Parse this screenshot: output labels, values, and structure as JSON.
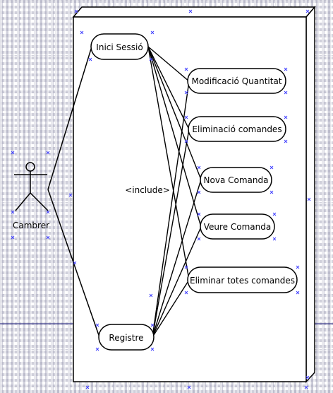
{
  "actor": {
    "name": "Cambrer",
    "icon": "stick-figure-actor-icon"
  },
  "system_boundary": {
    "label": ""
  },
  "use_cases": {
    "login": "Inici Sessió",
    "register": "Registre",
    "modify_quantity": "Modificació Quantitat",
    "delete_orders": "Eliminació comandes",
    "new_order": "Nova Comanda",
    "view_order": "Veure Comanda",
    "delete_all_orders": "Eliminar totes comandes"
  },
  "relationship_label": "<include>",
  "colors": {
    "line": "#000000",
    "grid": "#c0c0d0",
    "handle": "#4040ff",
    "guide": "#1a1a7a"
  }
}
